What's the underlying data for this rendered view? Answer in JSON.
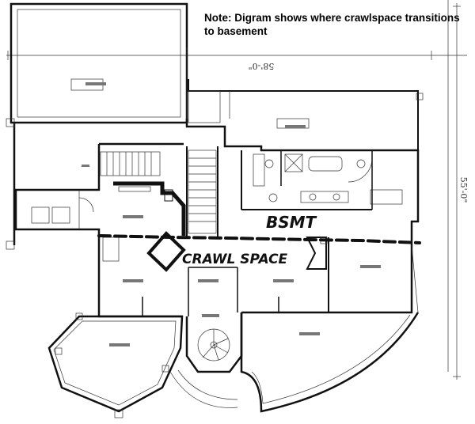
{
  "note": {
    "label": "Note:",
    "text": "Digram shows where crawlspace transitions to basement"
  },
  "annotations": {
    "basement": "BSMT",
    "crawl_space": "CRAWL SPACE"
  },
  "dimensions": {
    "top": "58'-0\"",
    "right": "55'-0\""
  }
}
